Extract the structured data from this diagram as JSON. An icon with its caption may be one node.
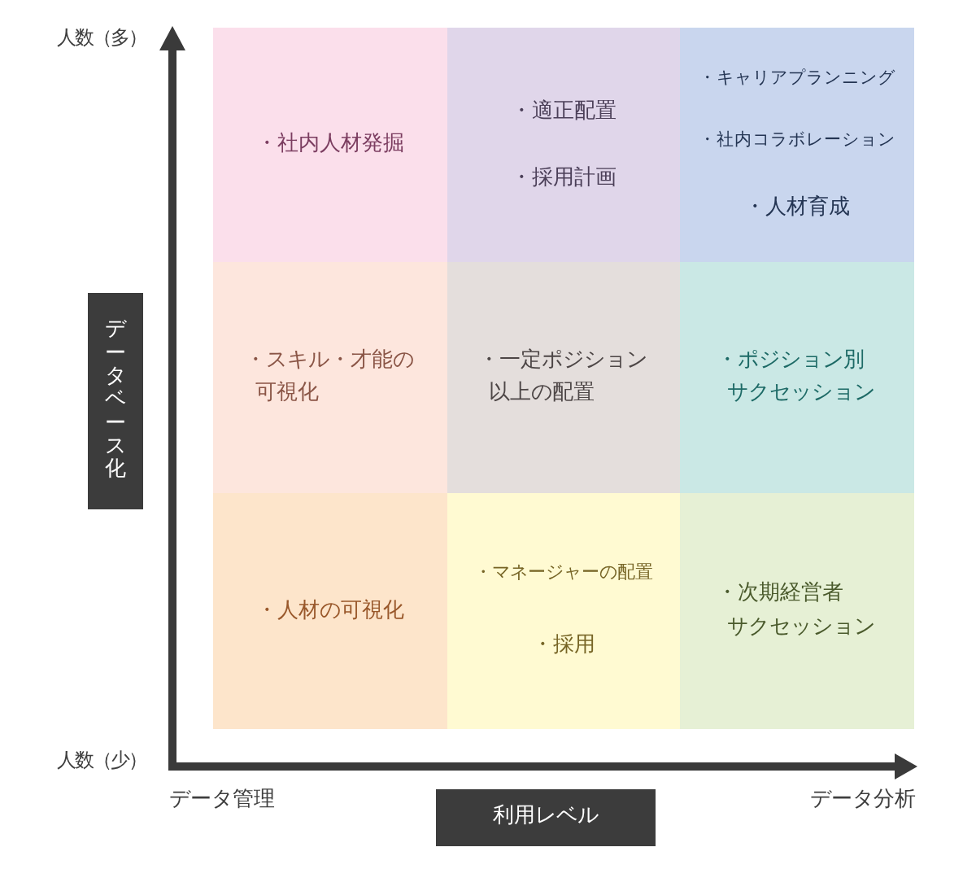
{
  "diagram": {
    "nodes": [
      {
        "text": [
          "・社内人材発掘"
        ]
      },
      {
        "text": [
          "・適正配置",
          "・採用計画"
        ]
      },
      {
        "text": [
          "・キャリアプランニング",
          "・社内コラボレーション",
          "・人材育成"
        ]
      },
      {
        "text": [
          "・スキル・才能の可視化"
        ]
      },
      {
        "text": [
          "・一定ポジション以上の配置"
        ]
      },
      {
        "text": [
          "・ポジション別サクセッション"
        ]
      },
      {
        "text": [
          "・人材の可視化"
        ]
      },
      {
        "text": [
          "・マネージャーの配置",
          "・採用"
        ]
      },
      {
        "text": [
          "・次期経営者サクセッション"
        ]
      },
      {
        "text": [
          "データベース化"
        ]
      },
      {
        "text": [
          "利用レベル"
        ]
      }
    ],
    "labels": [
      "人数（多）",
      "人数（少）",
      "データ管理",
      "データ分析"
    ]
  }
}
